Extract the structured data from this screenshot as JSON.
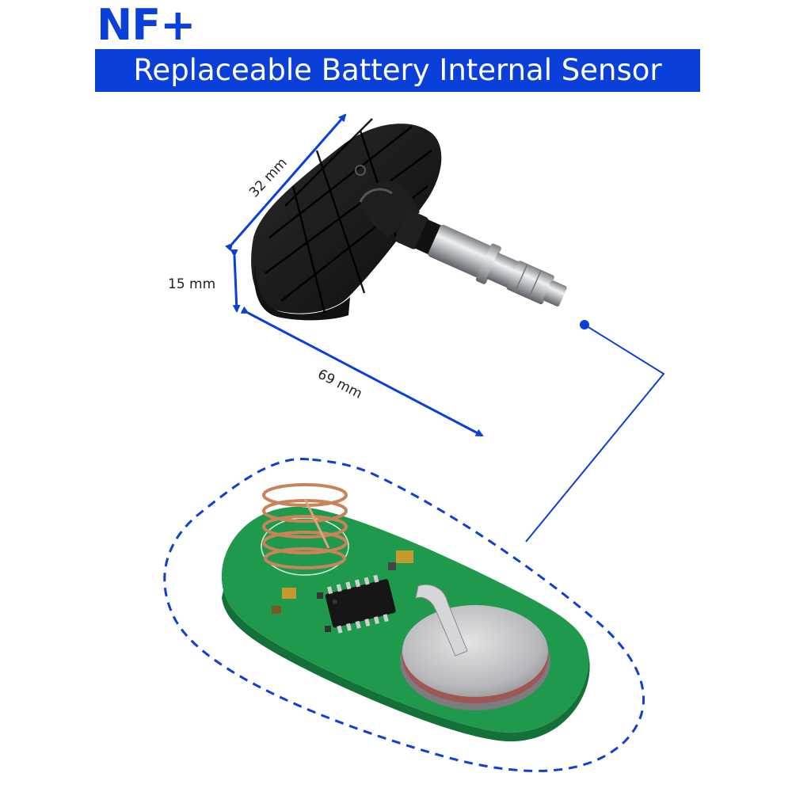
{
  "header": {
    "brand": "NF+",
    "subtitle": "Replaceable Battery Internal Sensor"
  },
  "dimensions": {
    "length": "32 mm",
    "height": "15 mm",
    "width": "69 mm"
  },
  "colors": {
    "accent": "#0a3fd9",
    "subtitle_bar": "#0a3fd9",
    "subtitle_text": "#ffffff",
    "pcb_green": "#1f9a4c",
    "sensor_body": "#1b1b1b",
    "valve_metal": "#b9bcc1",
    "copper_coil": "#c7845a",
    "battery_silver": "#c9c9cc"
  },
  "icons": [
    "dimension-arrow-icon",
    "connector-dot-icon",
    "callout-dashed-outline"
  ]
}
